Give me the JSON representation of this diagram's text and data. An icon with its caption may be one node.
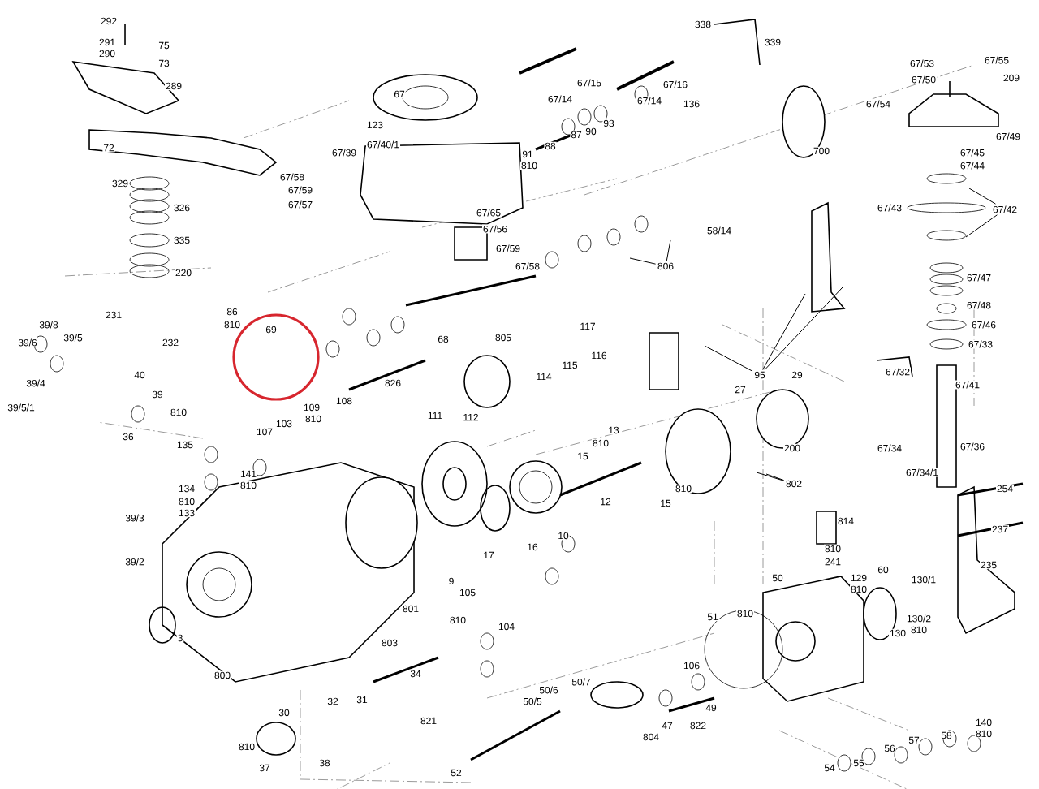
{
  "diagram": {
    "nodes": [
      {
        "text": [
          "806"
        ]
      },
      {
        "text": [
          "67/42"
        ]
      },
      {
        "text": [
          "95"
        ]
      },
      {
        "text": [
          "802"
        ]
      }
    ],
    "edges": [
      {
        "from": 0,
        "to": null,
        "arrow": "none"
      },
      {
        "from": 0,
        "to": null,
        "arrow": "none"
      },
      {
        "from": 1,
        "to": null,
        "arrow": "none"
      },
      {
        "from": 1,
        "to": null,
        "arrow": "none"
      },
      {
        "from": 2,
        "to": null,
        "arrow": "none"
      },
      {
        "from": 2,
        "to": null,
        "arrow": "none"
      },
      {
        "from": 2,
        "to": null,
        "arrow": "none"
      },
      {
        "from": 3,
        "to": null,
        "arrow": "none"
      },
      {
        "from": 3,
        "to": null,
        "arrow": "none"
      }
    ],
    "labels": [
      "292",
      "338",
      "339",
      "291",
      "290",
      "75",
      "73",
      "67/55",
      "67/53",
      "209",
      "67/50",
      "67/15",
      "67/16",
      "289",
      "67",
      "67/14",
      "67/14",
      "136",
      "67/54",
      "123",
      "93",
      "90",
      "87",
      "67/49",
      "67/40/1",
      "88",
      "72",
      "700",
      "67/39",
      "67/45",
      "91",
      "810",
      "67/44",
      "67/58",
      "329",
      "67/59",
      "67/57",
      "326",
      "67/43",
      "67/65",
      "67/56",
      "58/14",
      "335",
      "67/59",
      "67/58",
      "220",
      "67/47",
      "67/48",
      "86",
      "231",
      "39/8",
      "810",
      "117",
      "67/46",
      "69",
      "39/5",
      "805",
      "68",
      "39/6",
      "232",
      "67/33",
      "116",
      "115",
      "67/32",
      "40",
      "114",
      "29",
      "826",
      "39/4",
      "67/41",
      "27",
      "39",
      "108",
      "39/5/1",
      "109",
      "810",
      "111",
      "112",
      "810",
      "103",
      "13",
      "107",
      "36",
      "810",
      "135",
      "200",
      "67/34",
      "67/36",
      "15",
      "67/34/1",
      "141",
      "810",
      "134",
      "810",
      "254",
      "12",
      "810",
      "15",
      "133",
      "39/3",
      "814",
      "237",
      "10",
      "16",
      "810",
      "17",
      "39/2",
      "241",
      "235",
      "60",
      "50",
      "129",
      "130/1",
      "9",
      "810",
      "105",
      "801",
      "810",
      "51",
      "130/2",
      "810",
      "104",
      "810",
      "130",
      "3",
      "803",
      "106",
      "34",
      "800",
      "50/7",
      "50/6",
      "31",
      "32",
      "50/5",
      "49",
      "30",
      "821",
      "140",
      "47",
      "822",
      "810",
      "58",
      "804",
      "57",
      "810",
      "56",
      "38",
      "55",
      "54",
      "37",
      "52"
    ]
  }
}
